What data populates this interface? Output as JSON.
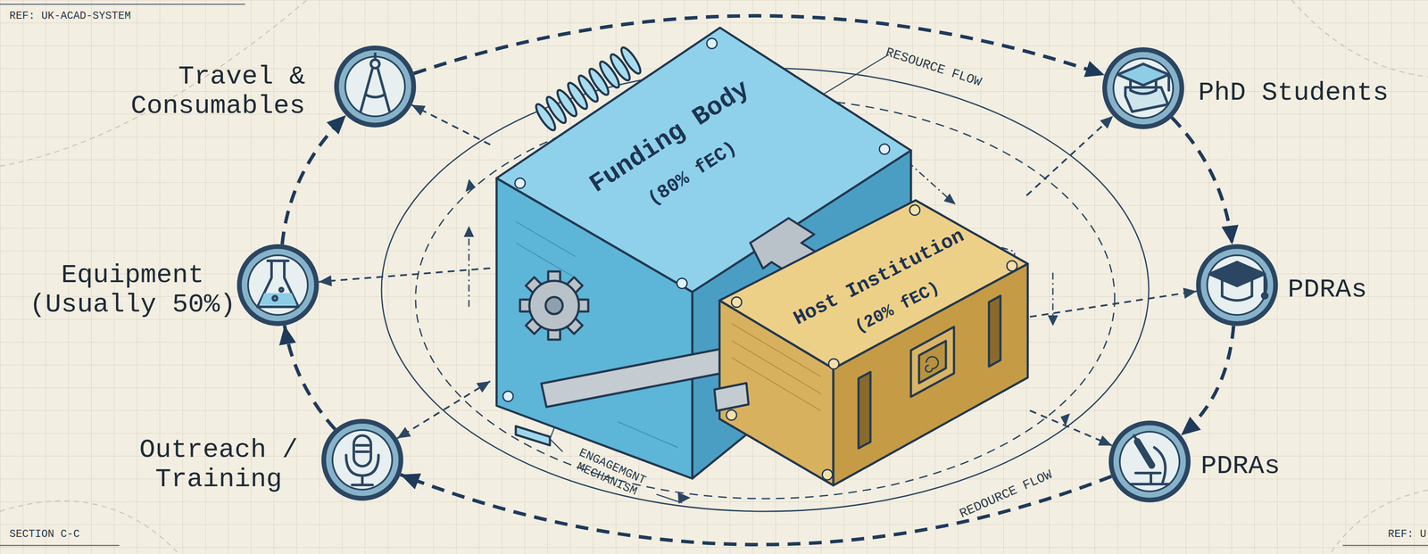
{
  "diagram": {
    "nodes": [
      {
        "text": [
          "Travel & Consumables"
        ]
      },
      {
        "text": [
          "Equipment (Usually 50%)"
        ]
      },
      {
        "text": [
          "Outreach / Training"
        ]
      },
      {
        "text": [
          "Funding Body",
          "(80% fEC)"
        ]
      },
      {
        "text": [
          "Host Institution",
          "(20% fEC)"
        ]
      },
      {
        "text": [
          "PhD Students"
        ]
      },
      {
        "text": [
          "PDRAs"
        ]
      },
      {
        "text": [
          "PDRAs"
        ]
      }
    ],
    "edges": [
      {
        "from": 0,
        "to": 5,
        "arrow": "to"
      },
      {
        "from": 5,
        "to": 6,
        "arrow": "to"
      },
      {
        "from": 6,
        "to": 7,
        "arrow": "to"
      },
      {
        "from": 7,
        "to": 2,
        "arrow": "to"
      },
      {
        "from": 2,
        "to": 1,
        "arrow": "to"
      },
      {
        "from": 1,
        "to": 0,
        "arrow": "to"
      },
      {
        "from": 3,
        "to": 0,
        "arrow": "to"
      },
      {
        "from": 3,
        "to": 1,
        "arrow": "to"
      },
      {
        "from": 3,
        "to": 2,
        "arrow": "both"
      },
      {
        "from": 4,
        "to": 5,
        "arrow": "to"
      },
      {
        "from": 4,
        "to": 6,
        "arrow": "to"
      },
      {
        "from": 4,
        "to": 7,
        "arrow": "to"
      }
    ],
    "labels": [
      "REF: UK-ACAD-SYSTEM",
      "RESOURCE FLOW",
      "ENGAGEMGNT MECHANISM",
      "REDOURCE FLOW",
      "SECTION C-C",
      "REF: U"
    ]
  }
}
